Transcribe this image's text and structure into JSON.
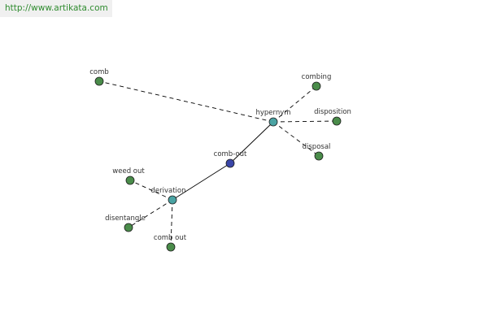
{
  "banner": {
    "url": "http://www.artikata.com"
  },
  "colors": {
    "center_node": "#3a46a8",
    "relation_node": "#4aa3a3",
    "leaf_node": "#4a8c4a",
    "node_stroke": "#1e1e1e",
    "edge": "#000000",
    "banner_text": "#2e8b2e",
    "banner_bg": "#f0f0f0"
  },
  "graph": {
    "nodes": [
      {
        "id": "comb-out",
        "label": "comb-out",
        "kind": "center"
      },
      {
        "id": "hypernym",
        "label": "hypernym",
        "kind": "relation"
      },
      {
        "id": "derivation",
        "label": "derivation",
        "kind": "relation"
      },
      {
        "id": "comb",
        "label": "comb",
        "kind": "leaf"
      },
      {
        "id": "combing",
        "label": "combing",
        "kind": "leaf"
      },
      {
        "id": "disposition",
        "label": "disposition",
        "kind": "leaf"
      },
      {
        "id": "disposal",
        "label": "disposal",
        "kind": "leaf"
      },
      {
        "id": "weed-out",
        "label": "weed out",
        "kind": "leaf"
      },
      {
        "id": "disentangle",
        "label": "disentangle",
        "kind": "leaf"
      },
      {
        "id": "comb-out-leaf",
        "label": "comb out",
        "kind": "leaf"
      }
    ],
    "edges": [
      {
        "from": "comb-out",
        "to": "hypernym",
        "style": "solid"
      },
      {
        "from": "comb-out",
        "to": "derivation",
        "style": "solid"
      },
      {
        "from": "hypernym",
        "to": "comb",
        "style": "dashed"
      },
      {
        "from": "hypernym",
        "to": "combing",
        "style": "dashed"
      },
      {
        "from": "hypernym",
        "to": "disposition",
        "style": "dashed"
      },
      {
        "from": "hypernym",
        "to": "disposal",
        "style": "dashed"
      },
      {
        "from": "derivation",
        "to": "weed-out",
        "style": "dashed"
      },
      {
        "from": "derivation",
        "to": "disentangle",
        "style": "dashed"
      },
      {
        "from": "derivation",
        "to": "comb-out-leaf",
        "style": "dashed"
      }
    ]
  }
}
